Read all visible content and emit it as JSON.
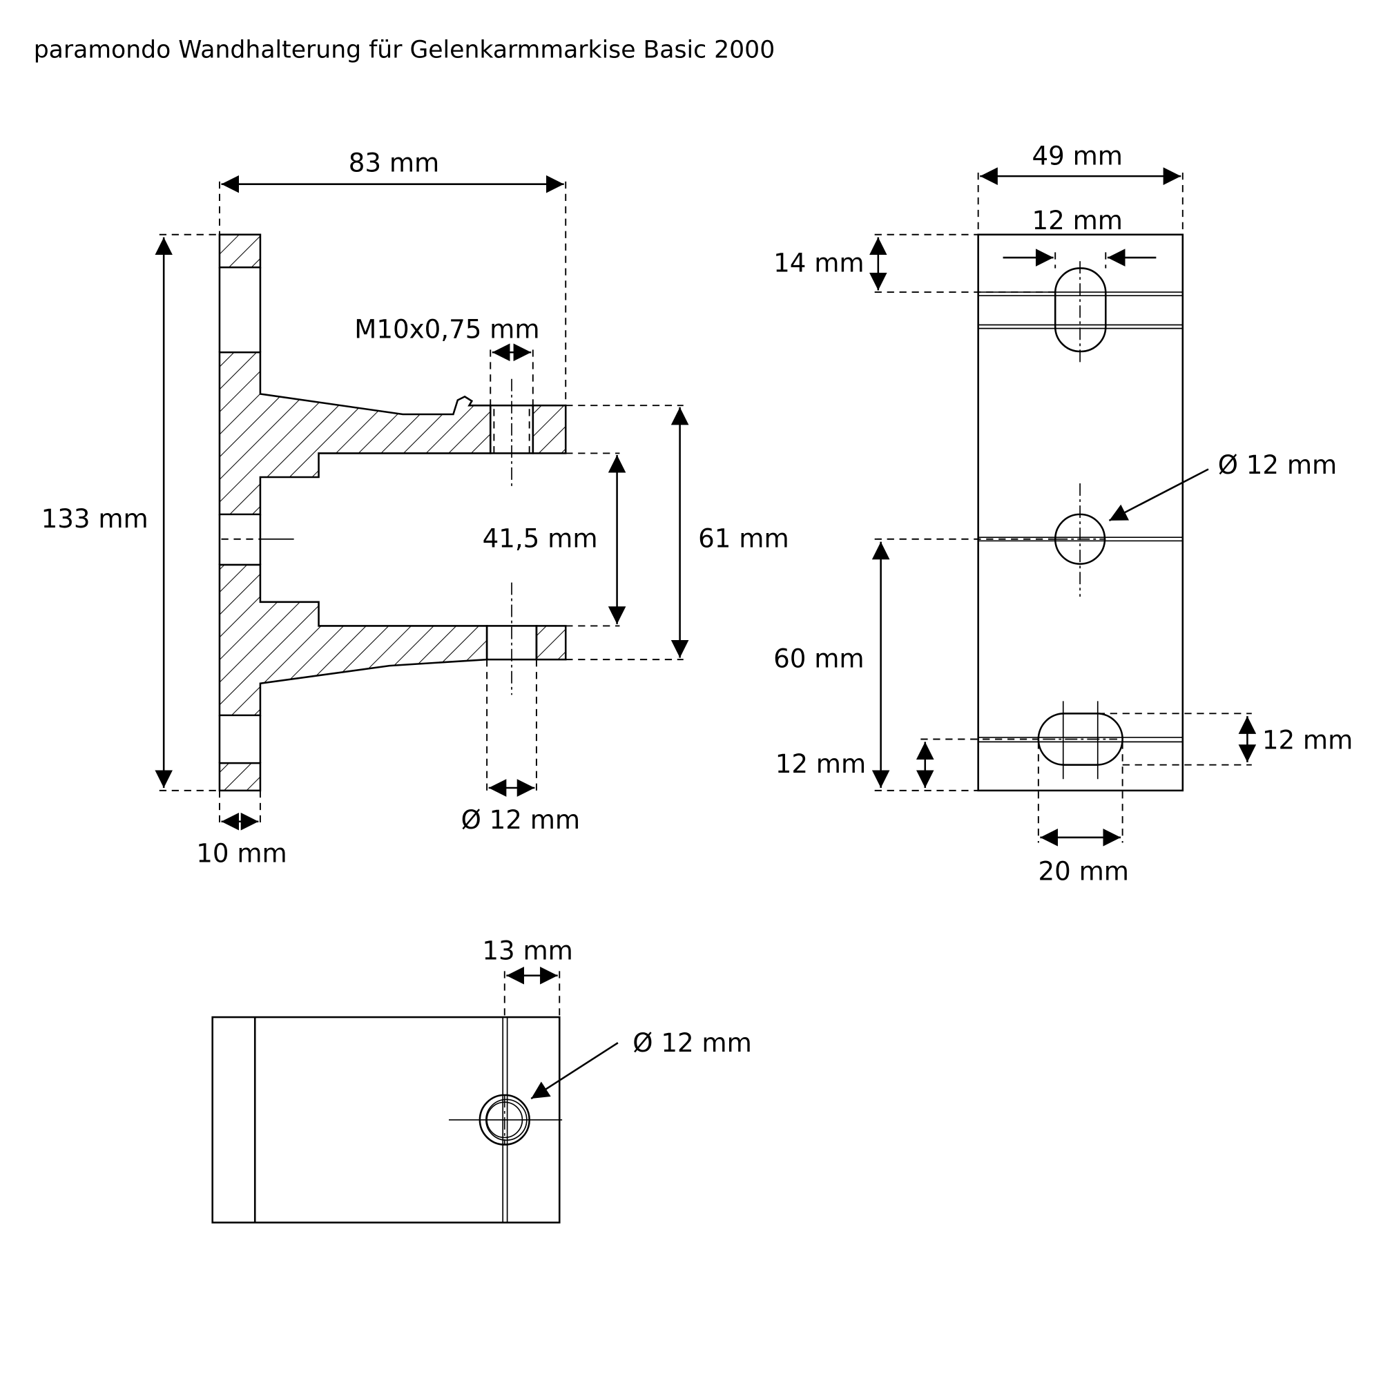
{
  "title": "paramondo Wandhalterung für Gelenkarmmarkise Basic 2000",
  "side_view": {
    "width_label": "83 mm",
    "height_label": "133 mm",
    "thread_label": "M10x0,75 mm",
    "inner_label": "41,5 mm",
    "outer_label": "61 mm",
    "hole_label": "Ø 12 mm",
    "flange_label": "10 mm"
  },
  "front_view": {
    "width_label": "49 mm",
    "slot_width_label": "12 mm",
    "top_offset_label": "14 mm",
    "center_hole_label": "Ø 12 mm",
    "spacing_label": "60 mm",
    "bottom_offset_label": "12 mm",
    "slot_height_label": "12 mm",
    "slot_length_label": "20 mm"
  },
  "top_view": {
    "offset_label": "13 mm",
    "hole_label": "Ø 12 mm"
  },
  "colors": {
    "line": "#000000",
    "background": "#ffffff"
  }
}
